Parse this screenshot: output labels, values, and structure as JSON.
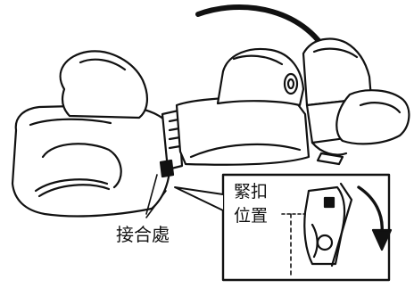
{
  "labels": {
    "joint": "接合處",
    "latch_line1": "緊扣",
    "latch_line2": "位置"
  },
  "colors": {
    "ink": "#111111",
    "paper": "#ffffff"
  },
  "icons": {
    "rotation_arrow_main": "curved-arrow-clockwise",
    "rotation_arrow_inset": "curved-arrow-down"
  }
}
